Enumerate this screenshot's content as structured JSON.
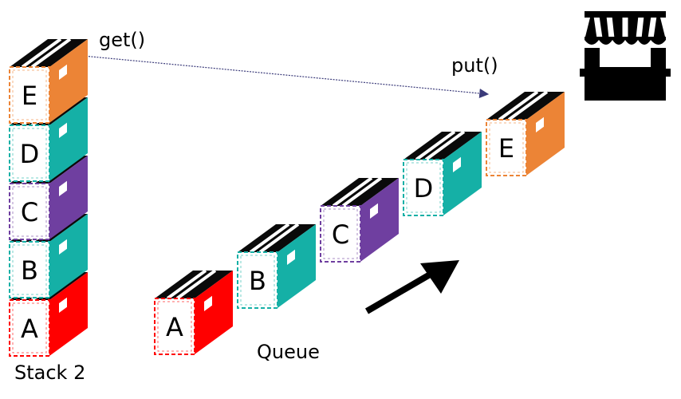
{
  "labels": {
    "get": "get()",
    "put": "put()",
    "stack": "Stack 2",
    "queue": "Queue"
  },
  "stack_boxes": [
    {
      "letter": "A",
      "color": "#ff0000"
    },
    {
      "letter": "B",
      "color": "#15b0a6"
    },
    {
      "letter": "C",
      "color": "#6f3fa0"
    },
    {
      "letter": "D",
      "color": "#15b0a6"
    },
    {
      "letter": "E",
      "color": "#ec8436"
    }
  ],
  "queue_boxes": [
    {
      "letter": "A",
      "color": "#ff0000"
    },
    {
      "letter": "B",
      "color": "#15b0a6"
    },
    {
      "letter": "C",
      "color": "#6f3fa0"
    },
    {
      "letter": "D",
      "color": "#15b0a6"
    },
    {
      "letter": "E",
      "color": "#ec8436"
    }
  ],
  "icons": {
    "shop": "store-icon",
    "direction": "arrow-icon"
  },
  "colors": {
    "box_top": "#0a0a0a",
    "stripe": "#ffffff",
    "get_put_line": "#3b3b7a"
  }
}
